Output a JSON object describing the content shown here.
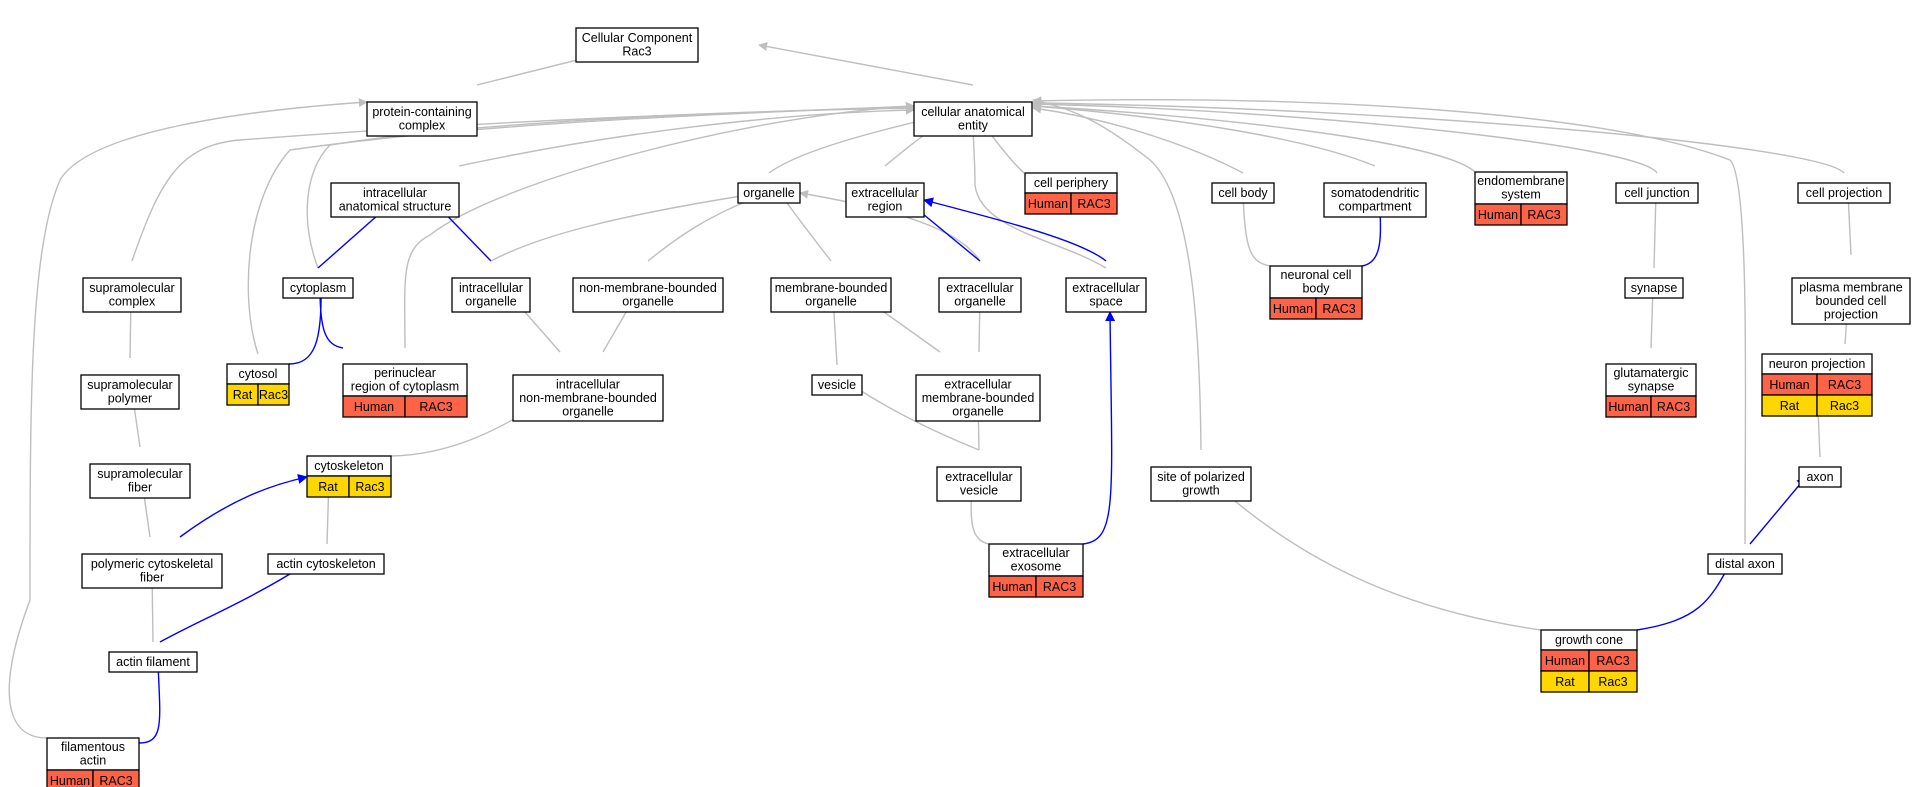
{
  "colors": {
    "human": "#ff6347",
    "rat": "#ffd700",
    "edge_gray": "#bebebe",
    "edge_blue": "#0000ff"
  },
  "nodes": [
    {
      "id": "cc",
      "lines": [
        "Cellular Component",
        "Rac3"
      ]
    },
    {
      "id": "pcc",
      "lines": [
        "protein-containing",
        "complex"
      ]
    },
    {
      "id": "cae",
      "lines": [
        "cellular anatomical",
        "entity"
      ]
    },
    {
      "id": "ias",
      "lines": [
        "intracellular",
        "anatomical structure"
      ]
    },
    {
      "id": "org",
      "lines": [
        "organelle"
      ]
    },
    {
      "id": "exr",
      "lines": [
        "extracellular",
        "region"
      ]
    },
    {
      "id": "cper",
      "lines": [
        "cell periphery"
      ],
      "annotations": [
        [
          "Human",
          "RAC3"
        ]
      ]
    },
    {
      "id": "cbody",
      "lines": [
        "cell body"
      ]
    },
    {
      "id": "somato",
      "lines": [
        "somatodendritic",
        "compartment"
      ]
    },
    {
      "id": "endo",
      "lines": [
        "endomembrane",
        "system"
      ],
      "annotations": [
        [
          "Human",
          "RAC3"
        ]
      ]
    },
    {
      "id": "cjunc",
      "lines": [
        "cell junction"
      ]
    },
    {
      "id": "cproj",
      "lines": [
        "cell projection"
      ]
    },
    {
      "id": "smc",
      "lines": [
        "supramolecular",
        "complex"
      ]
    },
    {
      "id": "cyto",
      "lines": [
        "cytoplasm"
      ]
    },
    {
      "id": "iorg",
      "lines": [
        "intracellular",
        "organelle"
      ]
    },
    {
      "id": "nmbo",
      "lines": [
        "non-membrane-bounded",
        "organelle"
      ]
    },
    {
      "id": "mbo",
      "lines": [
        "membrane-bounded",
        "organelle"
      ]
    },
    {
      "id": "exorg",
      "lines": [
        "extracellular",
        "organelle"
      ]
    },
    {
      "id": "exsp",
      "lines": [
        "extracellular",
        "space"
      ]
    },
    {
      "id": "ncb",
      "lines": [
        "neuronal cell",
        "body"
      ],
      "annotations": [
        [
          "Human",
          "RAC3"
        ]
      ]
    },
    {
      "id": "syn",
      "lines": [
        "synapse"
      ]
    },
    {
      "id": "pmbcp",
      "lines": [
        "plasma membrane",
        "bounded cell",
        "projection"
      ]
    },
    {
      "id": "smp",
      "lines": [
        "supramolecular",
        "polymer"
      ]
    },
    {
      "id": "cytosol",
      "lines": [
        "cytosol"
      ],
      "annotations": [
        [
          "Rat",
          "Rac3"
        ]
      ]
    },
    {
      "id": "perinuc",
      "lines": [
        "perinuclear",
        "region of cytoplasm"
      ],
      "annotations": [
        [
          "Human",
          "RAC3"
        ]
      ]
    },
    {
      "id": "inmbo",
      "lines": [
        "intracellular",
        "non-membrane-bounded",
        "organelle"
      ]
    },
    {
      "id": "vesicle",
      "lines": [
        "vesicle"
      ]
    },
    {
      "id": "exmbo",
      "lines": [
        "extracellular",
        "membrane-bounded",
        "organelle"
      ]
    },
    {
      "id": "glut",
      "lines": [
        "glutamatergic",
        "synapse"
      ],
      "annotations": [
        [
          "Human",
          "RAC3"
        ]
      ]
    },
    {
      "id": "nproj",
      "lines": [
        "neuron projection"
      ],
      "annotations": [
        [
          "Human",
          "RAC3"
        ],
        [
          "Rat",
          "Rac3"
        ]
      ]
    },
    {
      "id": "smf",
      "lines": [
        "supramolecular",
        "fiber"
      ]
    },
    {
      "id": "cytoskel",
      "lines": [
        "cytoskeleton"
      ],
      "annotations": [
        [
          "Rat",
          "Rac3"
        ]
      ]
    },
    {
      "id": "exves",
      "lines": [
        "extracellular",
        "vesicle"
      ]
    },
    {
      "id": "spg",
      "lines": [
        "site of polarized",
        "growth"
      ]
    },
    {
      "id": "axon",
      "lines": [
        "axon"
      ]
    },
    {
      "id": "pcf",
      "lines": [
        "polymeric cytoskeletal",
        "fiber"
      ]
    },
    {
      "id": "actcsk",
      "lines": [
        "actin cytoskeleton"
      ]
    },
    {
      "id": "exo",
      "lines": [
        "extracellular",
        "exosome"
      ],
      "annotations": [
        [
          "Human",
          "RAC3"
        ]
      ]
    },
    {
      "id": "daxon",
      "lines": [
        "distal axon"
      ]
    },
    {
      "id": "actfil",
      "lines": [
        "actin filament"
      ]
    },
    {
      "id": "gcone",
      "lines": [
        "growth cone"
      ],
      "annotations": [
        [
          "Human",
          "RAC3"
        ],
        [
          "Rat",
          "Rac3"
        ]
      ]
    },
    {
      "id": "factin",
      "lines": [
        "filamentous",
        "actin"
      ],
      "annotations": [
        [
          "Human",
          "RAC3"
        ]
      ]
    }
  ],
  "edges": [
    {
      "from": "pcc",
      "to": "cc",
      "color": "gray"
    },
    {
      "from": "cae",
      "to": "cc",
      "color": "gray"
    },
    {
      "from": "ias",
      "to": "cae",
      "color": "gray"
    },
    {
      "from": "org",
      "to": "cae",
      "color": "gray"
    },
    {
      "from": "exr",
      "to": "cae",
      "color": "gray"
    },
    {
      "from": "cper",
      "to": "cae",
      "color": "gray"
    },
    {
      "from": "cbody",
      "to": "cae",
      "color": "gray"
    },
    {
      "from": "somato",
      "to": "cae",
      "color": "gray"
    },
    {
      "from": "endo",
      "to": "cae",
      "color": "gray"
    },
    {
      "from": "cjunc",
      "to": "cae",
      "color": "gray"
    },
    {
      "from": "cproj",
      "to": "cae",
      "color": "gray"
    },
    {
      "from": "smc",
      "to": "cae",
      "color": "gray"
    },
    {
      "from": "cyto",
      "to": "cae",
      "color": "gray"
    },
    {
      "from": "cytosol",
      "to": "cae",
      "color": "gray"
    },
    {
      "from": "perinuc",
      "to": "cae",
      "color": "gray"
    },
    {
      "from": "exsp",
      "to": "cae",
      "color": "gray"
    },
    {
      "from": "spg",
      "to": "cae",
      "color": "gray"
    },
    {
      "from": "daxon",
      "to": "cae",
      "color": "gray"
    },
    {
      "from": "factin",
      "to": "pcc",
      "color": "gray"
    },
    {
      "from": "cyto",
      "to": "ias",
      "color": "blue"
    },
    {
      "from": "iorg",
      "to": "ias",
      "color": "blue"
    },
    {
      "from": "iorg",
      "to": "org",
      "color": "gray"
    },
    {
      "from": "nmbo",
      "to": "org",
      "color": "gray"
    },
    {
      "from": "mbo",
      "to": "org",
      "color": "gray"
    },
    {
      "from": "exorg",
      "to": "org",
      "color": "gray"
    },
    {
      "from": "exorg",
      "to": "exr",
      "color": "blue"
    },
    {
      "from": "exsp",
      "to": "exr",
      "color": "blue"
    },
    {
      "from": "ncb",
      "to": "cbody",
      "color": "gray"
    },
    {
      "from": "ncb",
      "to": "somato",
      "color": "blue"
    },
    {
      "from": "syn",
      "to": "cjunc",
      "color": "gray"
    },
    {
      "from": "pmbcp",
      "to": "cproj",
      "color": "gray"
    },
    {
      "from": "smp",
      "to": "smc",
      "color": "gray"
    },
    {
      "from": "cytosol",
      "to": "cyto",
      "color": "blue"
    },
    {
      "from": "perinuc",
      "to": "cyto",
      "color": "blue"
    },
    {
      "from": "inmbo",
      "to": "iorg",
      "color": "gray"
    },
    {
      "from": "inmbo",
      "to": "nmbo",
      "color": "gray"
    },
    {
      "from": "vesicle",
      "to": "mbo",
      "color": "gray"
    },
    {
      "from": "exmbo",
      "to": "mbo",
      "color": "gray"
    },
    {
      "from": "exmbo",
      "to": "exorg",
      "color": "gray"
    },
    {
      "from": "glut",
      "to": "syn",
      "color": "gray"
    },
    {
      "from": "nproj",
      "to": "pmbcp",
      "color": "gray"
    },
    {
      "from": "smf",
      "to": "smp",
      "color": "gray"
    },
    {
      "from": "cytoskel",
      "to": "inmbo",
      "color": "gray"
    },
    {
      "from": "exves",
      "to": "vesicle",
      "color": "gray"
    },
    {
      "from": "exves",
      "to": "exmbo",
      "color": "gray"
    },
    {
      "from": "axon",
      "to": "nproj",
      "color": "gray"
    },
    {
      "from": "pcf",
      "to": "smf",
      "color": "gray"
    },
    {
      "from": "pcf",
      "to": "cytoskel",
      "color": "blue"
    },
    {
      "from": "actcsk",
      "to": "cytoskel",
      "color": "gray"
    },
    {
      "from": "exo",
      "to": "exves",
      "color": "gray"
    },
    {
      "from": "exo",
      "to": "exsp",
      "color": "blue"
    },
    {
      "from": "daxon",
      "to": "axon",
      "color": "blue"
    },
    {
      "from": "actfil",
      "to": "pcf",
      "color": "gray"
    },
    {
      "from": "actfil",
      "to": "actcsk",
      "color": "blue"
    },
    {
      "from": "gcone",
      "to": "spg",
      "color": "gray"
    },
    {
      "from": "gcone",
      "to": "daxon",
      "color": "blue"
    },
    {
      "from": "factin",
      "to": "actfil",
      "color": "blue"
    }
  ]
}
